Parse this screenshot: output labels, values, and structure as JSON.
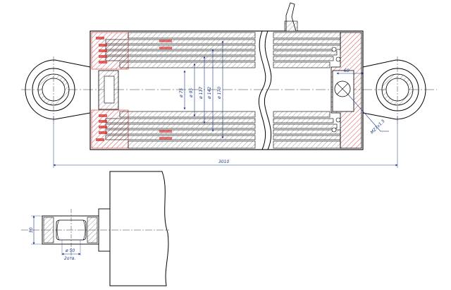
{
  "colors": {
    "outline": "#000000",
    "hatch": "#cc2222",
    "dimension": "#1e3a8a",
    "centerline": "#333333",
    "background": "#ffffff"
  },
  "dimensions": {
    "overall_length": "3010",
    "port_offset": "60",
    "thread": "M27x1.5",
    "tube_diameters": [
      "ø 75",
      "ø 95",
      "ø 117",
      "ø 142",
      "ø 170"
    ],
    "eye_width": "50",
    "pin_diameter": "ø 50",
    "pin_fit": "2отв."
  }
}
